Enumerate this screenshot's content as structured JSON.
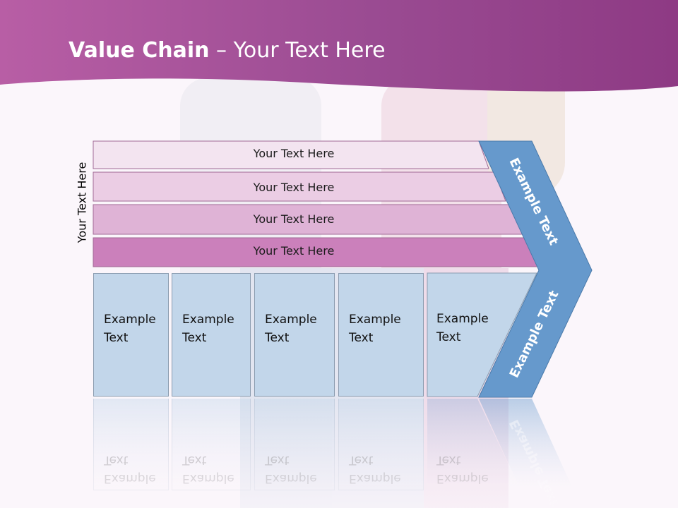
{
  "slide": {
    "title_bold": "Value Chain",
    "title_rest": " – Your Text Here",
    "side_label": "Your Text Here"
  },
  "support_bands": [
    {
      "label": "Your Text Here",
      "color": "#f3e4f0"
    },
    {
      "label": "Your Text Here",
      "color": "#ebcde4"
    },
    {
      "label": "Your Text Here",
      "color": "#dfb3d6"
    },
    {
      "label": "Your Text Here",
      "color": "#cb80bb"
    }
  ],
  "primary_activities": [
    {
      "line1": "Example",
      "line2": "Text"
    },
    {
      "line1": "Example",
      "line2": "Text"
    },
    {
      "line1": "Example",
      "line2": "Text"
    },
    {
      "line1": "Example",
      "line2": "Text"
    },
    {
      "line1": "Example",
      "line2": "Text"
    }
  ],
  "margin_arrow": {
    "upper_label": "Example Text",
    "lower_label": "Example Text",
    "color": "#6699cc"
  },
  "colors": {
    "header_dark": "#8a3a80",
    "header_light": "#c065ad",
    "activity_box": "#c2d6ea"
  }
}
